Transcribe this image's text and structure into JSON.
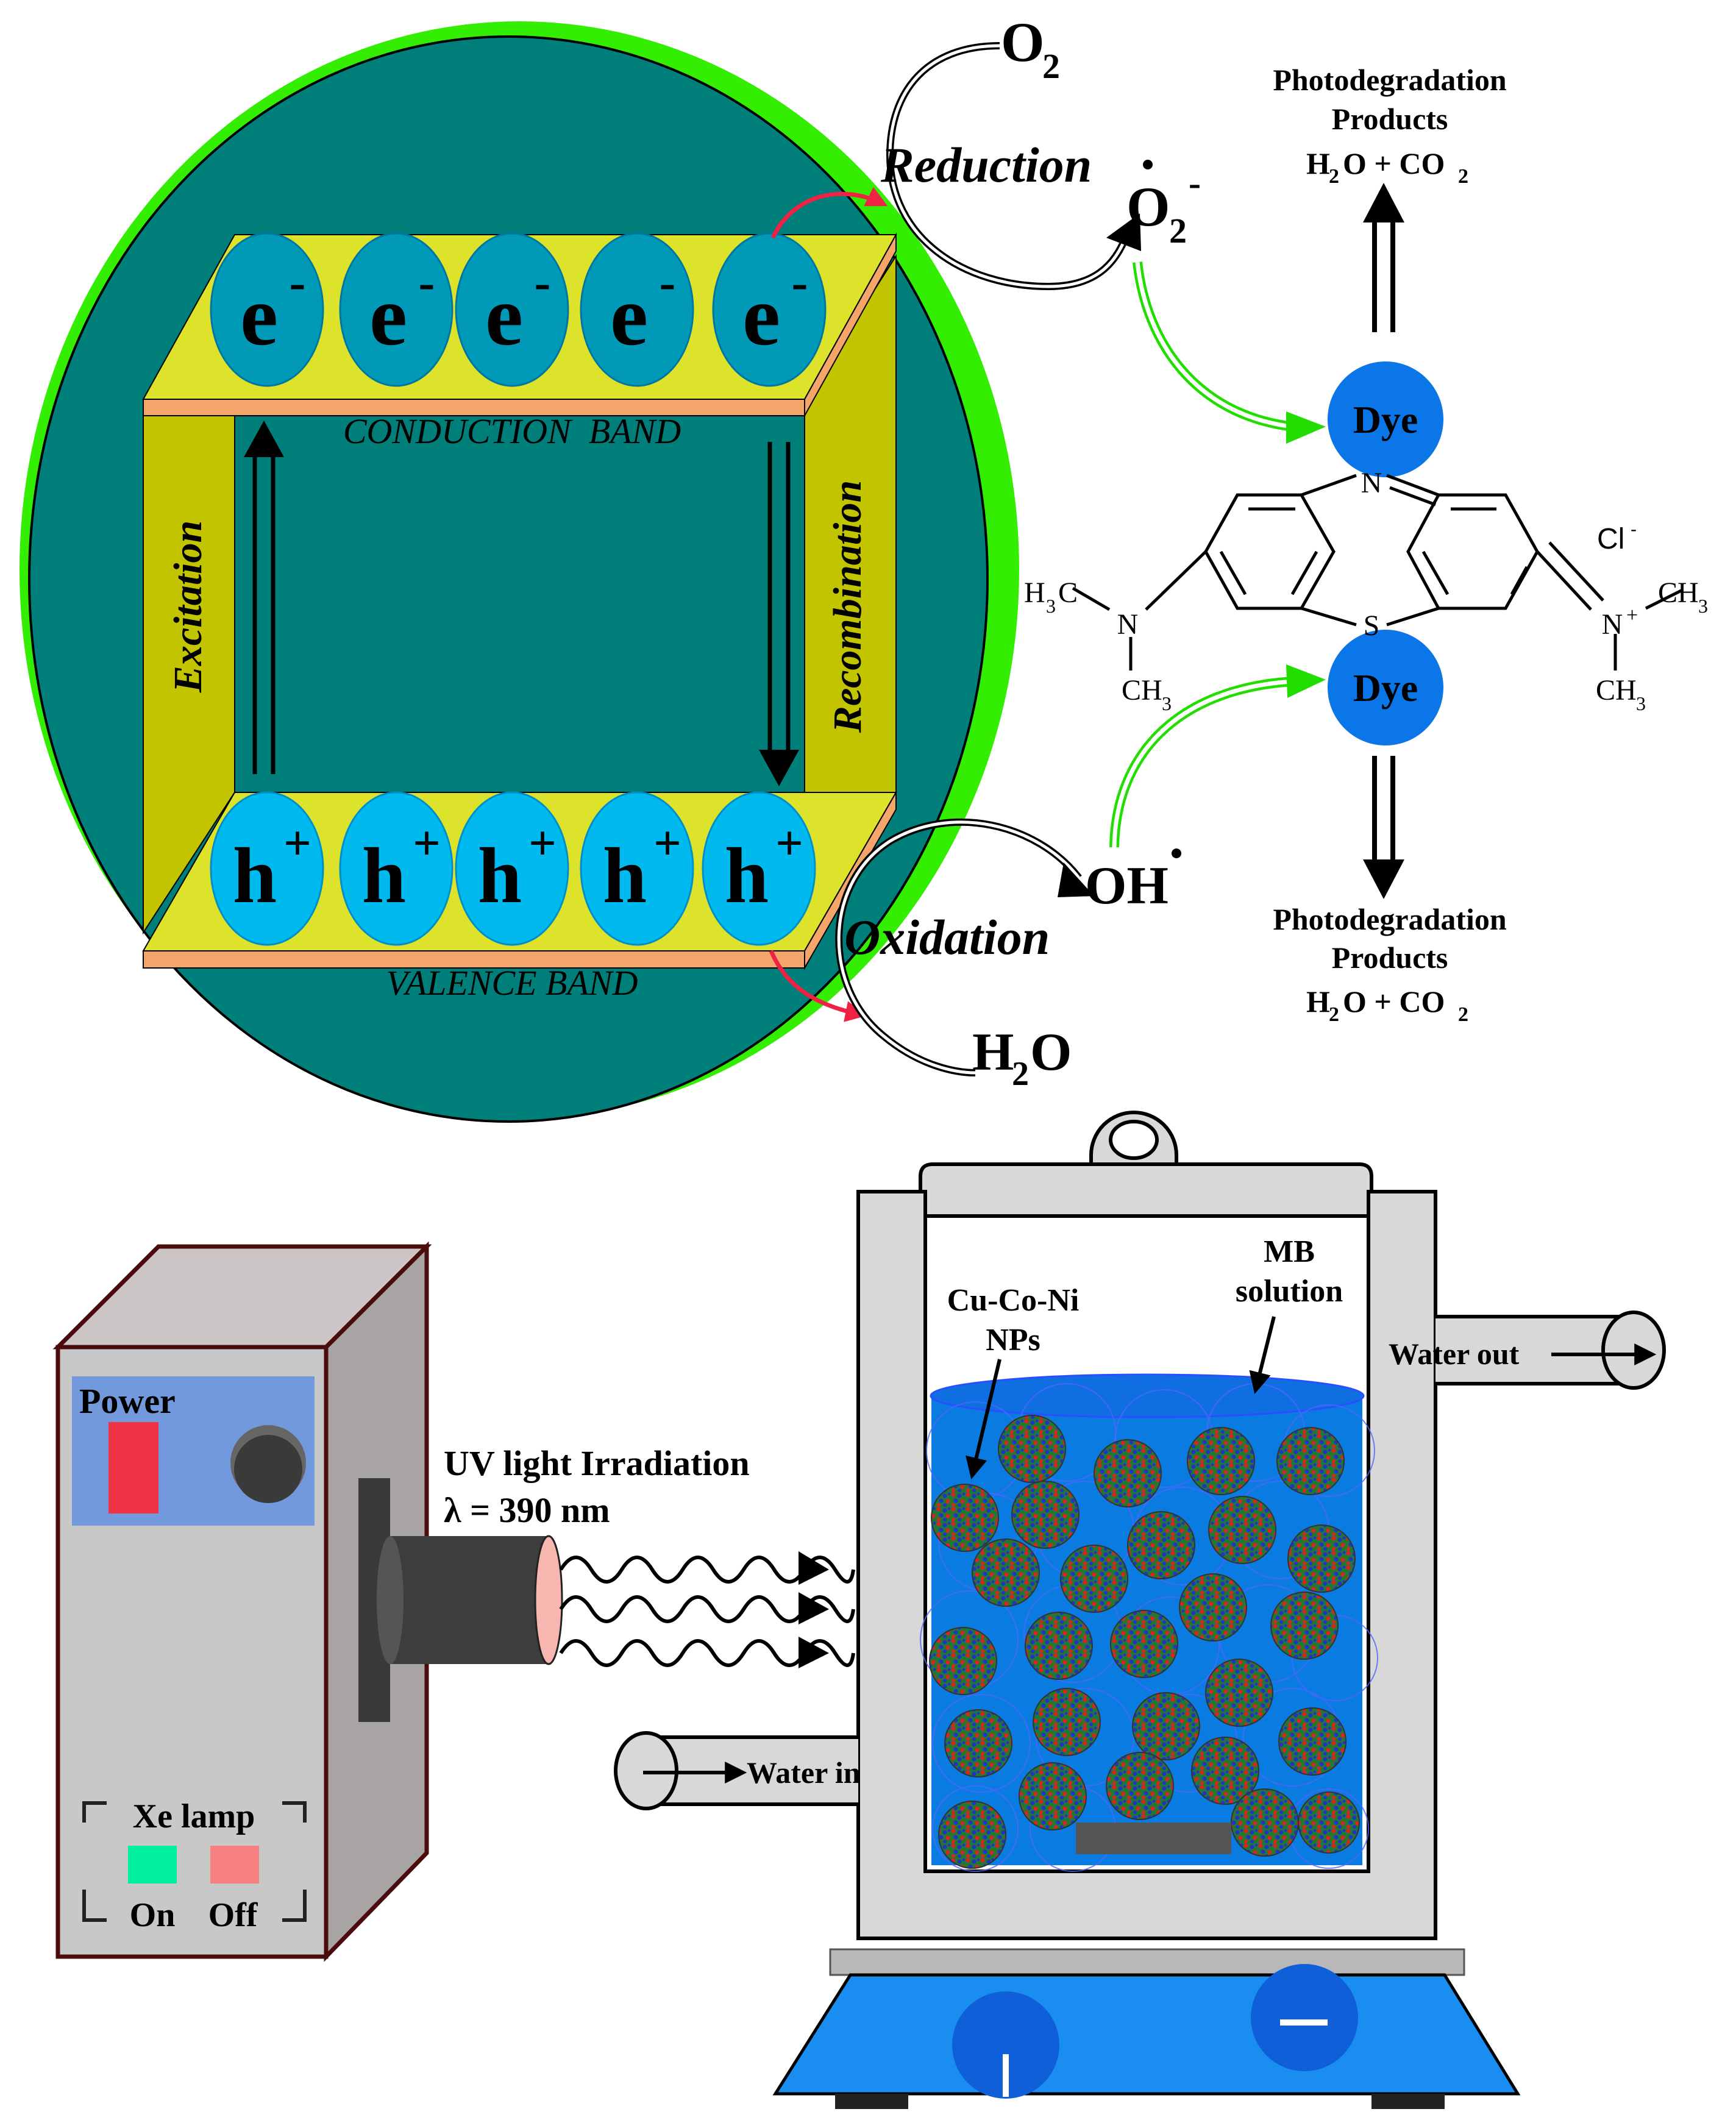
{
  "band": {
    "electron": "e",
    "electron_charge": "-",
    "hole": "h",
    "hole_charge": "+",
    "conduction": "CONDUCTION  BAND",
    "valence": "VALENCE BAND",
    "excitation": "Excitation",
    "recombination": "Recombination"
  },
  "reactions": {
    "o2": "O",
    "o2_sub": "2",
    "reduction": "Reduction",
    "superoxide": "O",
    "superoxide_sub": "2",
    "superoxide_charge": "-",
    "hydroxyl": "OH",
    "oxidation": "Oxidation",
    "water": "H",
    "water_sub": "2",
    "water_o": "O"
  },
  "dye": {
    "label_top": "Dye",
    "label_bottom": "Dye",
    "products_line1": "Photodegradation",
    "products_line2": "Products",
    "products_h2o_a": "H",
    "products_h2o_sub": "2",
    "products_h2o_b": "O + CO",
    "products_co2_sub": "2"
  },
  "molecule": {
    "N_ring": "N",
    "S_ring": "S",
    "N_left": "N",
    "N_right": "N",
    "N_right_charge": "+",
    "chloride": "Cl",
    "chloride_charge": "-",
    "ch3": "CH",
    "ch3_sub": "3",
    "h3c": "H",
    "h3c_sub": "3",
    "h3c_c": "C"
  },
  "lamp": {
    "power": "Power",
    "xe_lamp": "Xe lamp",
    "on": "On",
    "off": "Off"
  },
  "irradiation": {
    "line1": "UV light Irradiation",
    "line2": "λ = 390 nm"
  },
  "reactor": {
    "np_line1": "Cu-Co-Ni",
    "np_line2": "NPs",
    "mb_line1": "MB",
    "mb_line2": "solution",
    "water_out": "Water out",
    "water_in": "Water in"
  },
  "colors": {
    "sphere": "#007f7a",
    "rim": "#33ee00",
    "band_face": "#dde22a",
    "band_side": "#c3c400",
    "band_edge": "#f4a66a",
    "electron": "#0099b8",
    "hole": "#00b9ef",
    "dye": "#0a76e8",
    "solution": "#0a7be0",
    "red_arrow": "#ee2244",
    "green_arrow": "#22dd00"
  }
}
